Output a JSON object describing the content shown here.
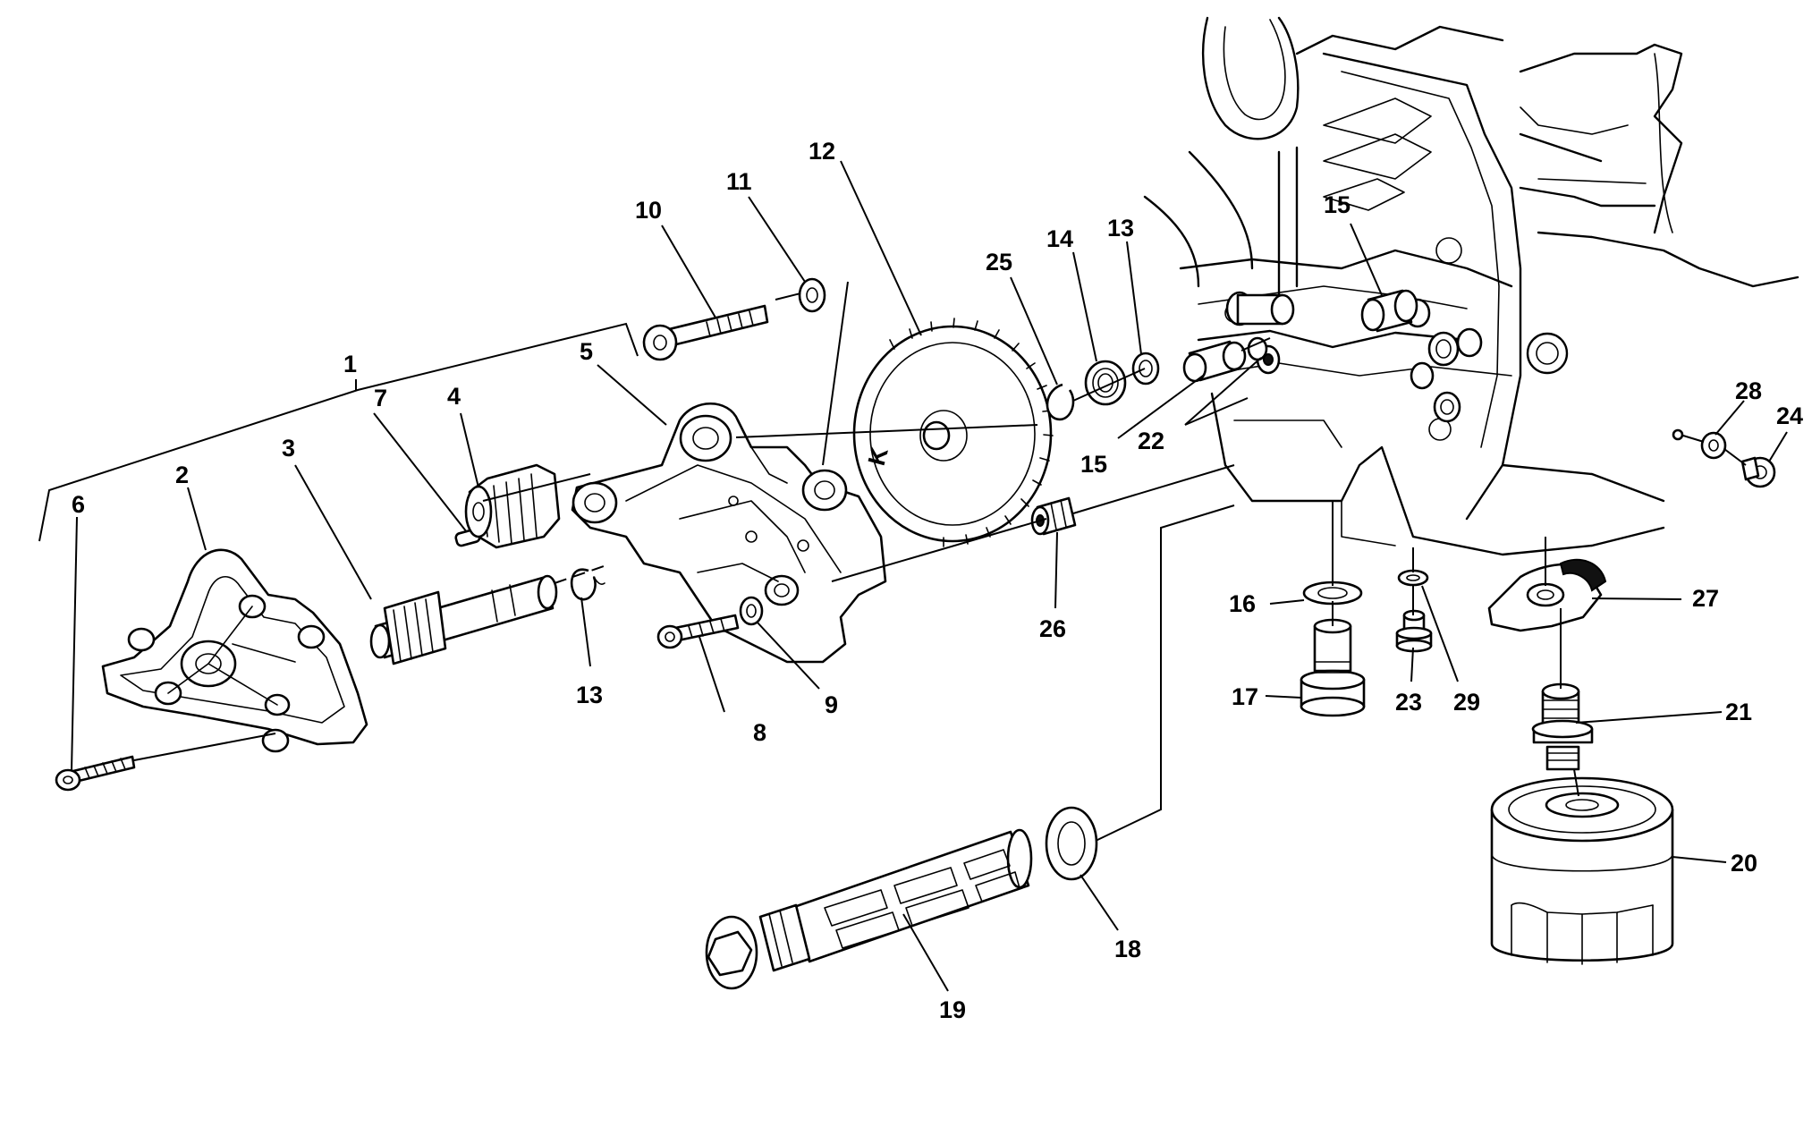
{
  "callouts": {
    "c1": "1",
    "c2": "2",
    "c3": "3",
    "c4": "4",
    "c5": "5",
    "c6": "6",
    "c7": "7",
    "c8": "8",
    "c9": "9",
    "c10": "10",
    "c11": "11",
    "c12": "12",
    "c13a": "13",
    "c13b": "13",
    "c14": "14",
    "c15a": "15",
    "c15b": "15",
    "c16": "16",
    "c17": "17",
    "c18": "18",
    "c19": "19",
    "c20": "20",
    "c21": "21",
    "c22": "22",
    "c23": "23",
    "c24": "24",
    "c25": "25",
    "c26": "26",
    "c27": "27",
    "c28": "28",
    "c29": "29"
  }
}
